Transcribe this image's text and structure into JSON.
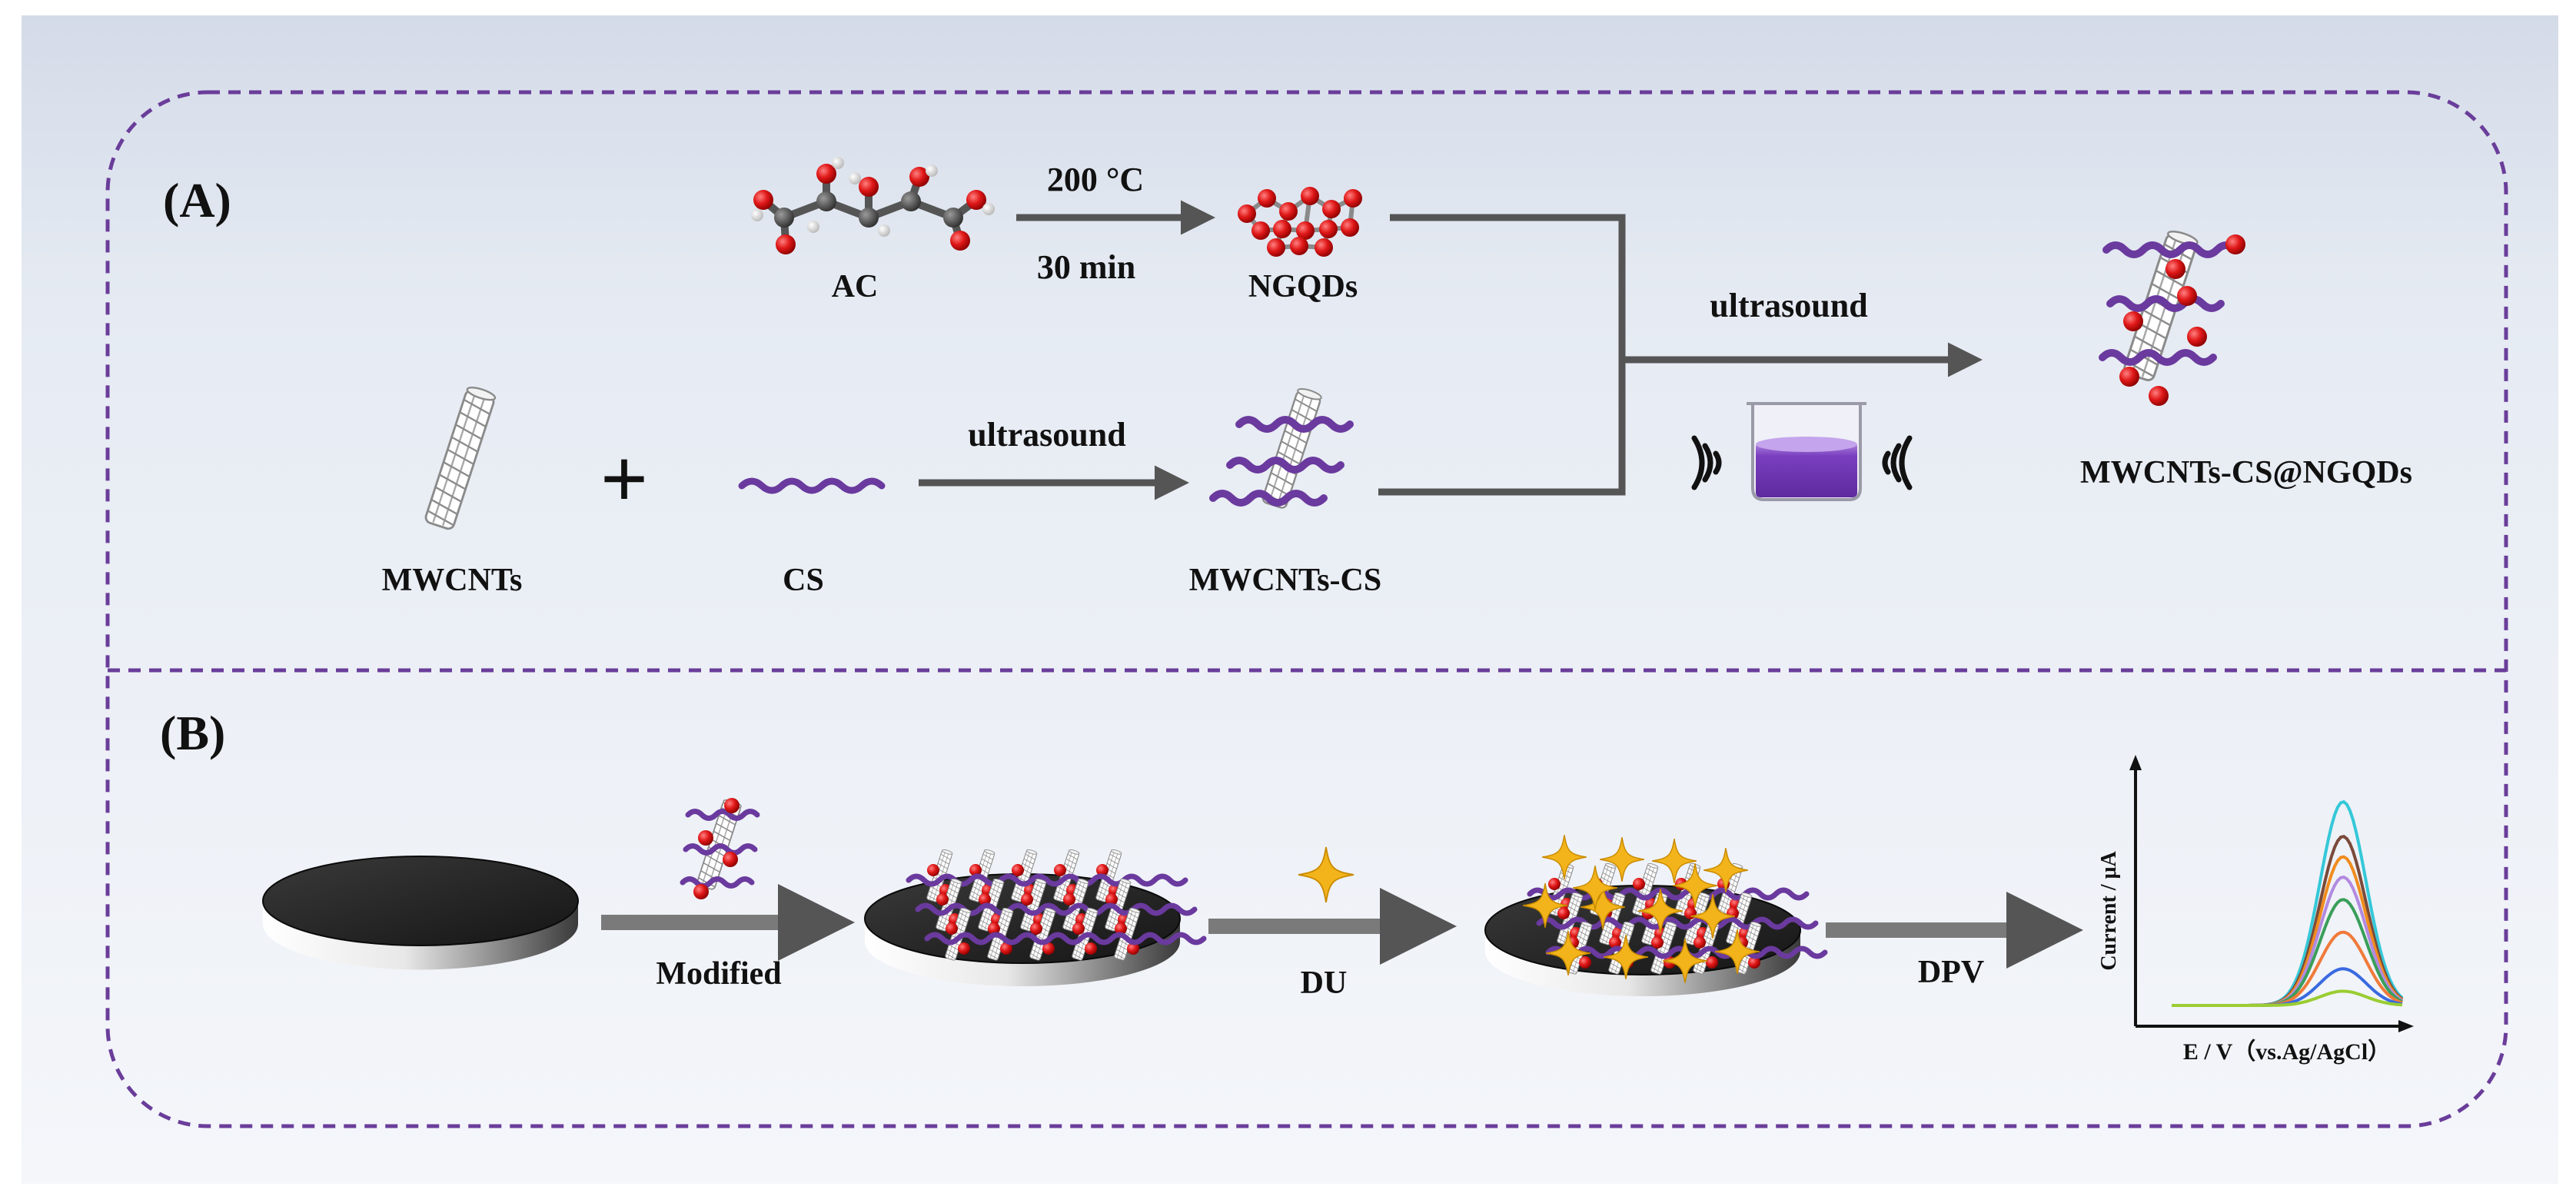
{
  "panel_a": {
    "label": "(A)",
    "ac": "AC",
    "temperature": "200 °C",
    "time": "30 min",
    "ngqds": "NGQDs",
    "mwcnts": "MWCNTs",
    "plus": "+",
    "cs": "CS",
    "ultrasound_1": "ultrasound",
    "mwcnts_cs": "MWCNTs-CS",
    "ultrasound_2": "ultrasound",
    "product": "MWCNTs-CS@NGQDs"
  },
  "panel_b": {
    "label": "(B)",
    "modified": "Modified",
    "du": "DU",
    "dpv": "DPV",
    "y_axis": "Current / μA",
    "x_axis": "E / V（vs.Ag/AgCl）"
  },
  "colors": {
    "frame": "#6a3d9a",
    "chitosan": "#6a3a9e",
    "oxygen": "#d81414",
    "arrow": "#555555",
    "star": "#f2b41a",
    "electrode": "#1e1e1e"
  },
  "chart_data": {
    "type": "line",
    "xlabel": "E / V（vs.Ag/AgCl）",
    "ylabel": "Current / μA",
    "peak_heights": [
      1.0,
      0.83,
      0.73,
      0.63,
      0.52,
      0.36,
      0.18,
      0.07
    ],
    "series_colors": [
      "#35c8d8",
      "#7a4a3a",
      "#f08c1e",
      "#b28ae0",
      "#3a9e5a",
      "#f07a3a",
      "#3a6ae0",
      "#9acd32"
    ]
  }
}
